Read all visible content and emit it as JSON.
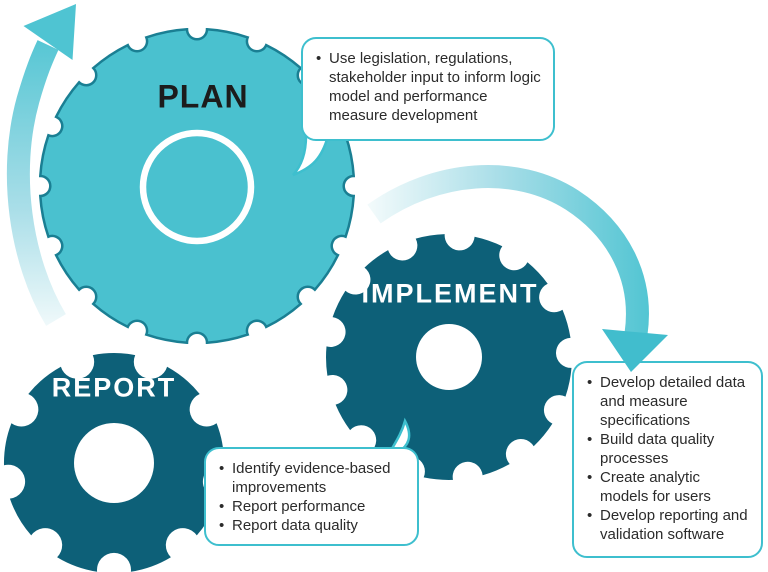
{
  "diagram": {
    "colors": {
      "gear_light": "#4AC1CF",
      "gear_light_outline": "#1A7F93",
      "gear_dark": "#0D6078",
      "arrow": "#4FC4D2",
      "arrow_mid": "#A9DEE8",
      "arrow_light": "#F2FAFB",
      "arrow_head": "#41BDCD",
      "callout_border": "#3EBFCE",
      "text_dark": "#2B2B2B",
      "white": "#FFFFFF"
    },
    "gears": [
      {
        "label": "PLAN"
      },
      {
        "label": "IMPLEMENT"
      },
      {
        "label": "REPORT"
      }
    ],
    "callouts": {
      "plan": {
        "items": [
          "Use legislation, regulations, stakeholder input to inform logic model and performance measure development"
        ]
      },
      "implement": {
        "items": [
          "Develop detailed data and measure specifications",
          "Build data quality processes",
          "Create analytic models for users",
          "Develop reporting and validation software"
        ]
      },
      "report": {
        "items": [
          "Identify evidence-based improvements",
          "Report performance",
          "Report data quality"
        ]
      }
    }
  }
}
